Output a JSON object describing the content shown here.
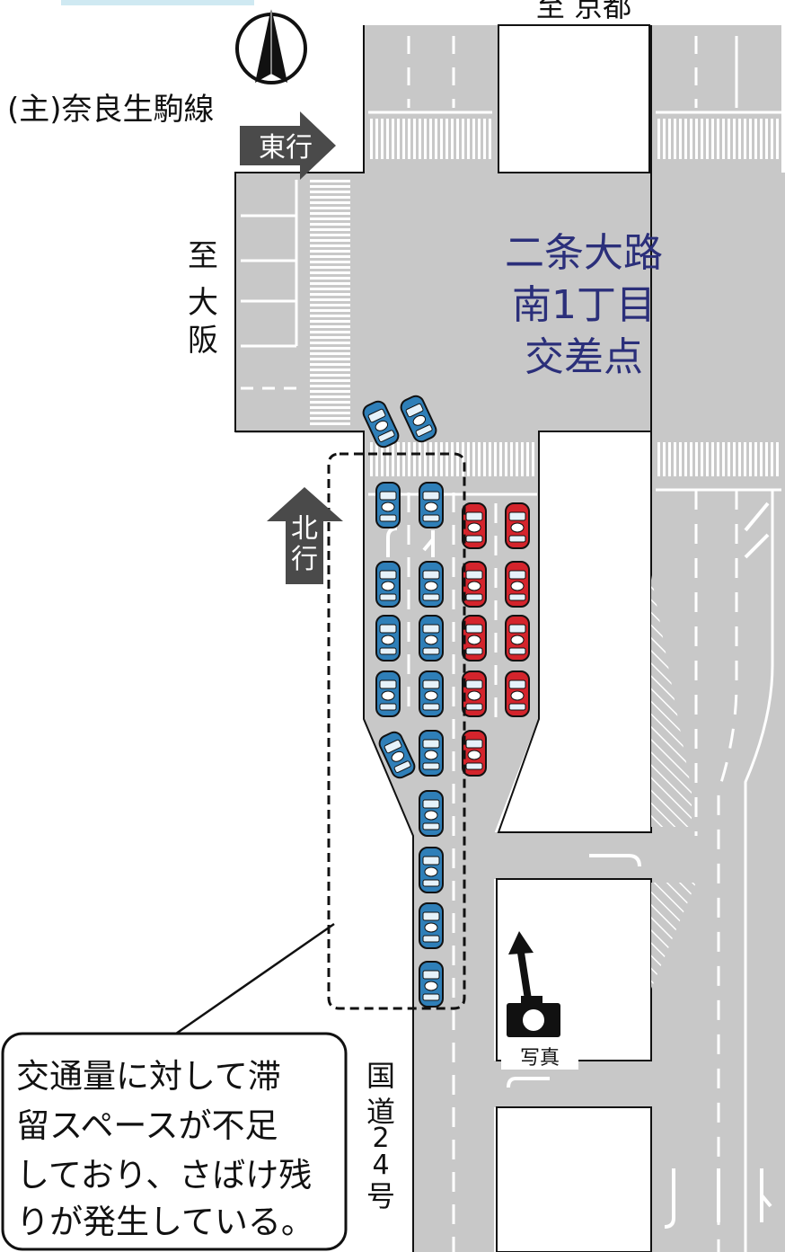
{
  "colors": {
    "road": "#c8c8c8",
    "blank": "#ffffff",
    "island": "#ffffff",
    "marking": "#ffffff",
    "arrow_box": "#4a4a4a",
    "car_blue": "#2f7fb8",
    "car_red": "#d4242c",
    "intersection_label": "#2b2f7a",
    "top_bar": "#cfe9f2"
  },
  "labels": {
    "to_kyoto": "至 京都",
    "road_name": "(主)奈良生駒線",
    "eastbound": "東行",
    "to_osaka_1": "至",
    "to_osaka_2": "大",
    "to_osaka_3": "阪",
    "intersection_1": "二条大路",
    "intersection_2": "南1丁目",
    "intersection_3": "交差点",
    "northbound_1": "北",
    "northbound_2": "行",
    "route_1": "国",
    "route_2": "道",
    "route_3": "2",
    "route_4": "4",
    "route_5": "号",
    "photo": "写真",
    "callout_1": "交通量に対して滞",
    "callout_2": "留スペースが不足",
    "callout_3": "しており、さばけ残",
    "callout_4": "りが発生している。"
  },
  "icons": {
    "north": "north-arrow-icon",
    "camera": "camera-icon",
    "east_arrow": "east-arrow-icon",
    "north_arrow": "north-arrow-block-icon"
  }
}
